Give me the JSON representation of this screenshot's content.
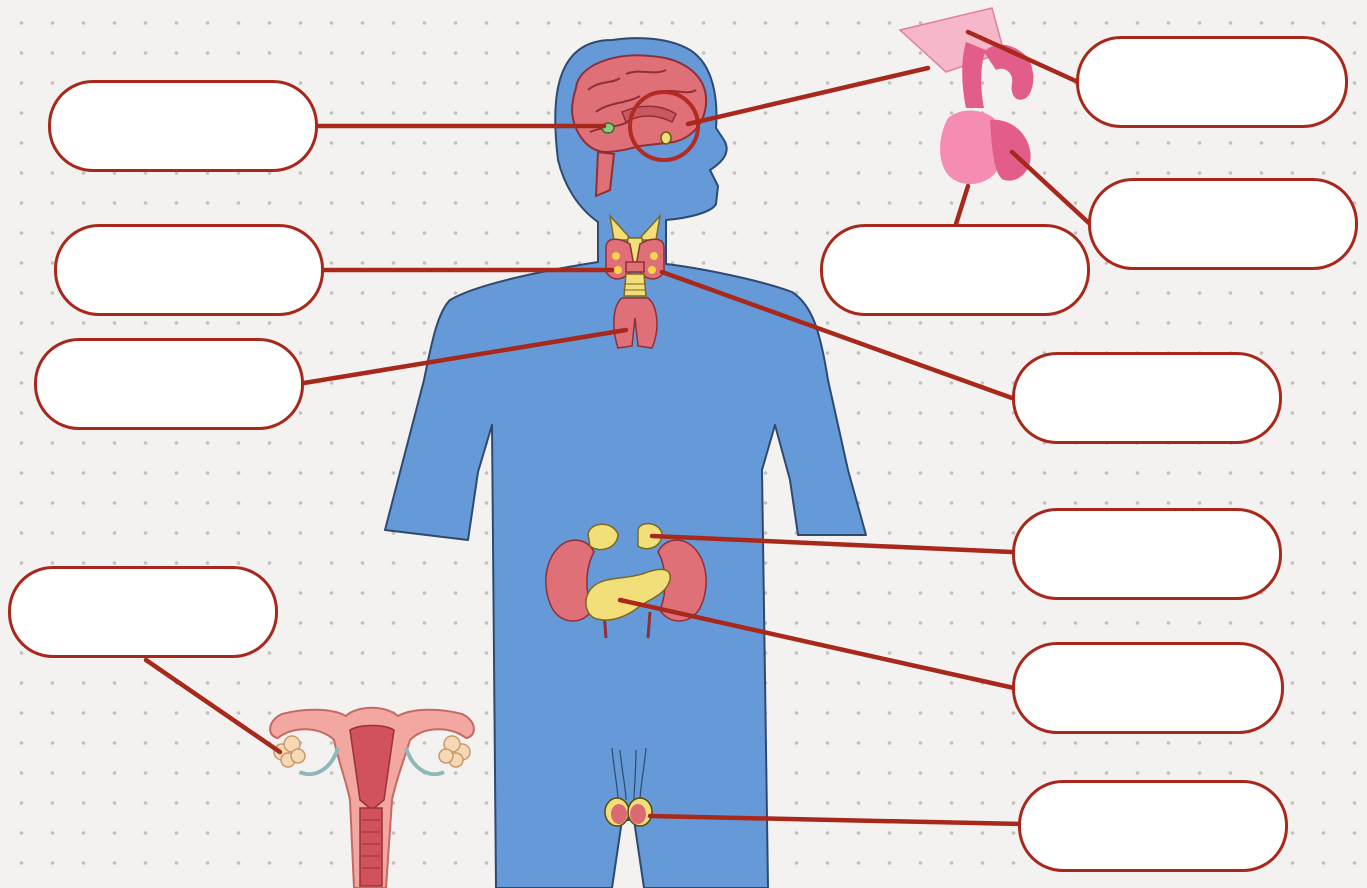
{
  "diagram": {
    "title": "",
    "labels": [
      {
        "id": "hypothalamus",
        "text": ""
      },
      {
        "id": "pineal-gland",
        "text": ""
      },
      {
        "id": "parathyroid-glands",
        "text": ""
      },
      {
        "id": "thyroid-gland",
        "text": ""
      },
      {
        "id": "thymus",
        "text": ""
      },
      {
        "id": "pituitary-stalk",
        "text": ""
      },
      {
        "id": "anterior-pituitary",
        "text": ""
      },
      {
        "id": "posterior-pituitary",
        "text": ""
      },
      {
        "id": "adrenal-glands",
        "text": ""
      },
      {
        "id": "pancreas",
        "text": ""
      },
      {
        "id": "ovaries",
        "text": ""
      },
      {
        "id": "testes",
        "text": ""
      }
    ],
    "colors": {
      "leader_line": "#a8281c",
      "box_border": "#a8281c",
      "body_fill": "#6699d8",
      "body_outline": "#2e4a6e",
      "organ_red": "#db6a72",
      "gland_yellow": "#f3df7a",
      "pituitary_pink": "#ee7fa8"
    }
  }
}
